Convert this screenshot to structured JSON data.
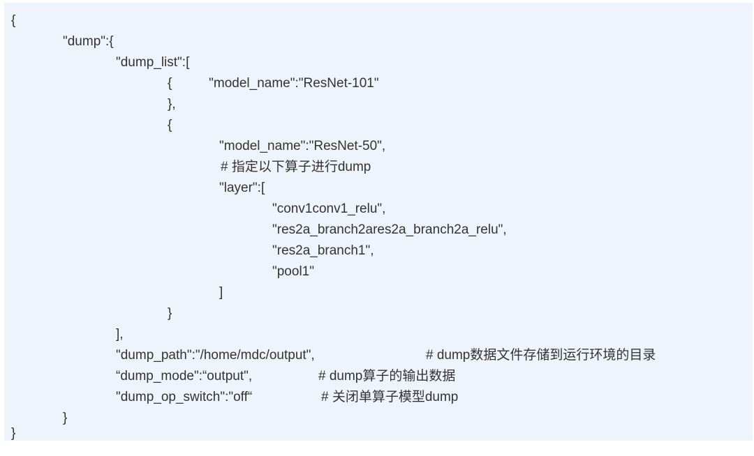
{
  "lines": [
    "{",
    "\"dump\":{",
    "\"dump_list\":[",
    "{          \"model_name\":\"ResNet-101\"",
    "},",
    "{",
    "\"model_name\":\"ResNet-50\",",
    "# 指定以下算子进行dump",
    "\"layer\":[",
    "\"conv1conv1_relu\",",
    "\"res2a_branch2ares2a_branch2a_relu\",",
    "\"res2a_branch1\",",
    "\"pool1\"",
    "]",
    "}",
    "],",
    "\"dump_path\":\"/home/mdc/output\",",
    "# dump数据文件存储到运行环境的目录",
    "“dump_mode\":“output\",",
    "# dump算子的输出数据",
    "\"dump_op_switch\":\"off“",
    "# 关闭单算子模型dump",
    "}",
    "}"
  ]
}
